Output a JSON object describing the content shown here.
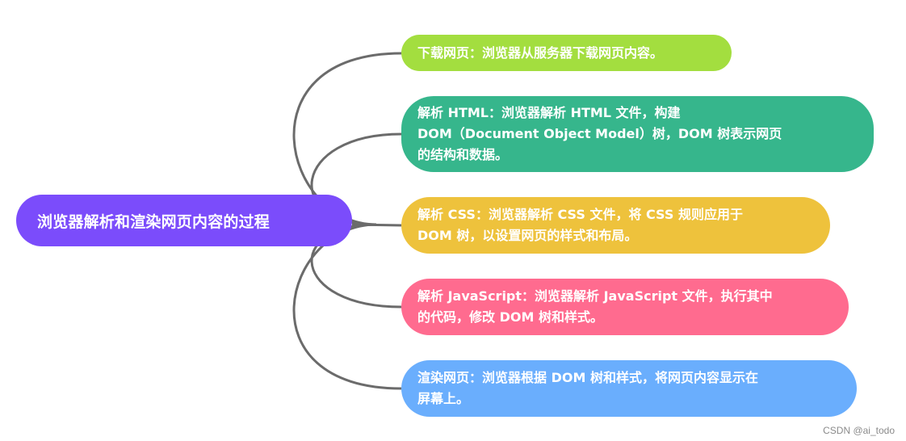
{
  "colors": {
    "root": "#7b4cfb",
    "connector": "#6b6b6b",
    "branch_1": "#a3de3f",
    "branch_2": "#36b68c",
    "branch_3": "#eec23c",
    "branch_4": "#ff6b8f",
    "branch_5": "#6aaefd"
  },
  "root": {
    "label": "浏览器解析和渲染网页内容的过程"
  },
  "branches": [
    {
      "lines": [
        "下载网页：浏览器从服务器下载网页内容。"
      ]
    },
    {
      "lines": [
        "解析 HTML：浏览器解析 HTML 文件，构建",
        "DOM（Document Object Model）树，DOM 树表示网页",
        "的结构和数据。"
      ]
    },
    {
      "lines": [
        "解析 CSS：浏览器解析 CSS 文件，将 CSS 规则应用于",
        "DOM 树，以设置网页的样式和布局。"
      ]
    },
    {
      "lines": [
        "解析 JavaScript：浏览器解析 JavaScript 文件，执行其中",
        "的代码，修改 DOM 树和样式。"
      ]
    },
    {
      "lines": [
        "渲染网页：浏览器根据 DOM 树和样式，将网页内容显示在",
        "屏幕上。"
      ]
    }
  ],
  "watermark": "CSDN @ai_todo"
}
